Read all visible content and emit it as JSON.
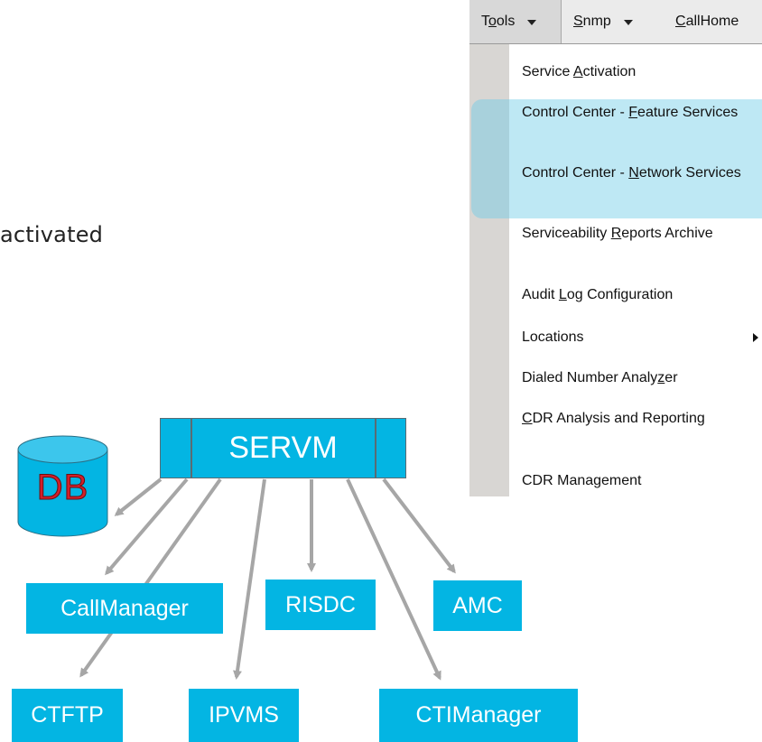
{
  "slide": {
    "text_fragment": "activated"
  },
  "menubar": {
    "tools_label": "Tools",
    "tools_accel": "o",
    "snmp_label": "Snmp",
    "snmp_accel": "S",
    "callhome_label": "CallHome",
    "callhome_accel": "C"
  },
  "dropdown": {
    "items": [
      {
        "pre": "Service ",
        "accel": "A",
        "post": "ctivation",
        "submenu": false
      },
      {
        "pre": "Control Center - ",
        "accel": "F",
        "post": "eature Services",
        "submenu": false,
        "highlighted": true
      },
      {
        "pre": "Control Center - ",
        "accel": "N",
        "post": "etwork Services",
        "submenu": false,
        "highlighted": true
      },
      {
        "pre": "Serviceability ",
        "accel": "R",
        "post": "eports Archive",
        "submenu": false
      },
      {
        "pre": "Audit ",
        "accel": "L",
        "post": "og Configuration",
        "submenu": false
      },
      {
        "pre": "Locations",
        "accel": "",
        "post": "",
        "submenu": true
      },
      {
        "pre": "Dialed Number Analy",
        "accel": "z",
        "post": "er",
        "submenu": false
      },
      {
        "pre": "",
        "accel": "C",
        "post": "DR Analysis and Reporting",
        "submenu": false
      },
      {
        "pre": "CDR Management",
        "accel": "",
        "post": "",
        "submenu": false
      }
    ]
  },
  "diagram": {
    "nodes": {
      "servm": "SERVM",
      "db": "DB",
      "callmanager": "CallManager",
      "risdc": "RISDC",
      "amc": "AMC",
      "ctftp": "CTFTP",
      "ipvms": "IPVMS",
      "ctimanager": "CTIManager"
    },
    "colors": {
      "node_fill": "#03b5e3",
      "arrow": "#a6a6a6",
      "db_text": "#d31f2a",
      "highlight": "#6ecde6"
    }
  }
}
